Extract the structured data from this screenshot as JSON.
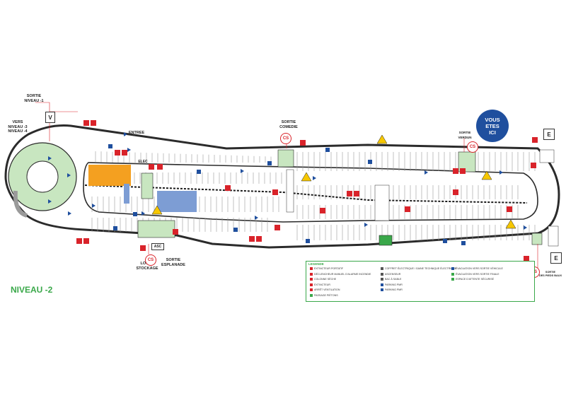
{
  "title": "NIVEAU -2",
  "you_are_here": [
    "VOUS",
    "ETES",
    "ICI"
  ],
  "labels": {
    "sortie_n1": "SORTIE\nNIVEAU -1",
    "vers_n3": "VERS\nNIVEAU -3\nNIVEAU -4",
    "entree": "ENTREE",
    "elec": "ELEC",
    "sortie_comedie": "SORTIE\nCOMEDIE",
    "sortie_verdun": "SORTIE\nVERDUN",
    "local_stockage": "LOCAL\nSTOCKAGE",
    "sortie_esplanade": "SORTIE\nESPLANADE",
    "sortie_pieds": "SORTIE\nDES PIEDS BAUX",
    "asc": "ASC"
  },
  "markers": {
    "v": "V",
    "e": "E",
    "cs": "CS"
  },
  "legend": {
    "title": "LEGENDE",
    "items": [
      {
        "text": "EXTINCTEUR PORTATIF",
        "color": "#d9232a"
      },
      {
        "text": "DÉCLENCHEUR MANUEL D'ALARME INCENDIE",
        "color": "#d9232a"
      },
      {
        "text": "COLONNE SÈCHE",
        "color": "#d9232a"
      },
      {
        "text": "EXTINCTEUR",
        "color": "#d9232a"
      },
      {
        "text": "ARRÊT VENTILATION",
        "color": "#d9232a"
      },
      {
        "text": "PASSAGE PIÉTONS",
        "color": "#3aa84a"
      },
      {
        "text": "COFFRET ÉLECTRIQUE / GAINE TECHNIQUE ÉLECTRIQUE",
        "color": "#555555"
      },
      {
        "text": "ASCENSEUR",
        "color": "#555555"
      },
      {
        "text": "BAC À SABLE",
        "color": "#555555"
      },
      {
        "text": "PARKING PMR",
        "color": "#1f4f9e"
      },
      {
        "text": "PARKING PMR",
        "color": "#1f4f9e"
      },
      {
        "text": "ÉVACUATION VERS SORTIE VÉHICULE",
        "color": "#1f4f9e"
      },
      {
        "text": "ÉVACUATION VERS SORTIE FINALE",
        "color": "#3aa84a"
      },
      {
        "text": "ESPACE D'ATTENTE SÉCURISÉ",
        "color": "#3aa84a"
      }
    ]
  },
  "colors": {
    "outline": "#2b2b2b",
    "parking_lines": "#9a9a9a",
    "green_zone": "#c8e6c0",
    "accent_green": "#3aa84a",
    "fire_red": "#d9232a",
    "blue": "#1f4f9e",
    "orange": "#f4a020",
    "pmr_blue": "#7d9dd4",
    "warning_yellow": "#f6c700"
  },
  "icons": [
    "fire-extinguisher-icon",
    "alarm-icon",
    "arrow-icon",
    "warning-icon",
    "parking-icon",
    "pmr-icon"
  ]
}
